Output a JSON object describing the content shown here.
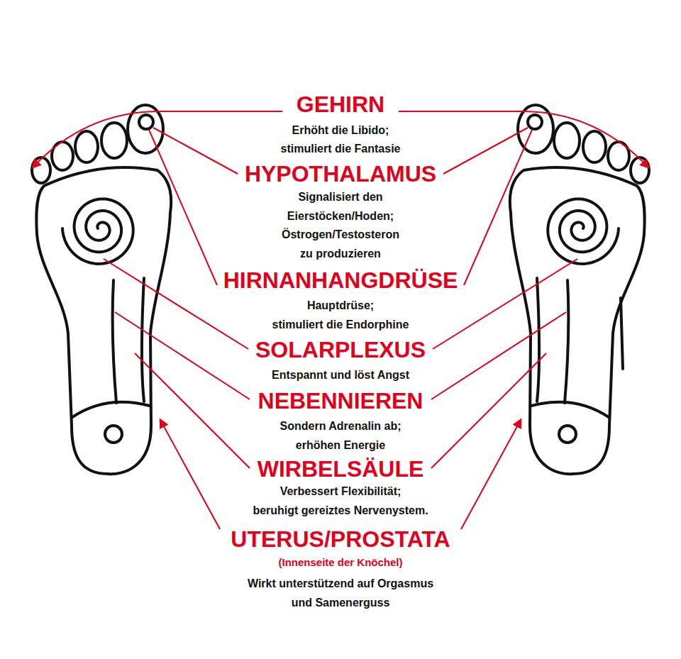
{
  "diagram": {
    "labels": [
      "GEHIRN",
      "Erhöht die Libido; stimuliert die Fantasie",
      "HYPOTHALAMUS",
      "Signalisiert den Eierstöcken/Hoden; Östrogen/Testosteron zu produzieren",
      "HIRNANHANGDRÜSE",
      "Hauptdrüse; stimuliert die Endorphine",
      "SOLARPLEXUS",
      "Entspannt und löst Angst",
      "NEBENNIEREN",
      "Sondern Adrenalin ab; erhöhen Energie",
      "WIRBELSÄULE",
      "Verbessert Flexibilität; beruhigt gereiztes Nervenystem.",
      "UTERUS/PROSTATA",
      "(Innenseite der Knöchel)",
      "Wirkt unterstützend auf Orgasmus und Samenerguss"
    ]
  }
}
